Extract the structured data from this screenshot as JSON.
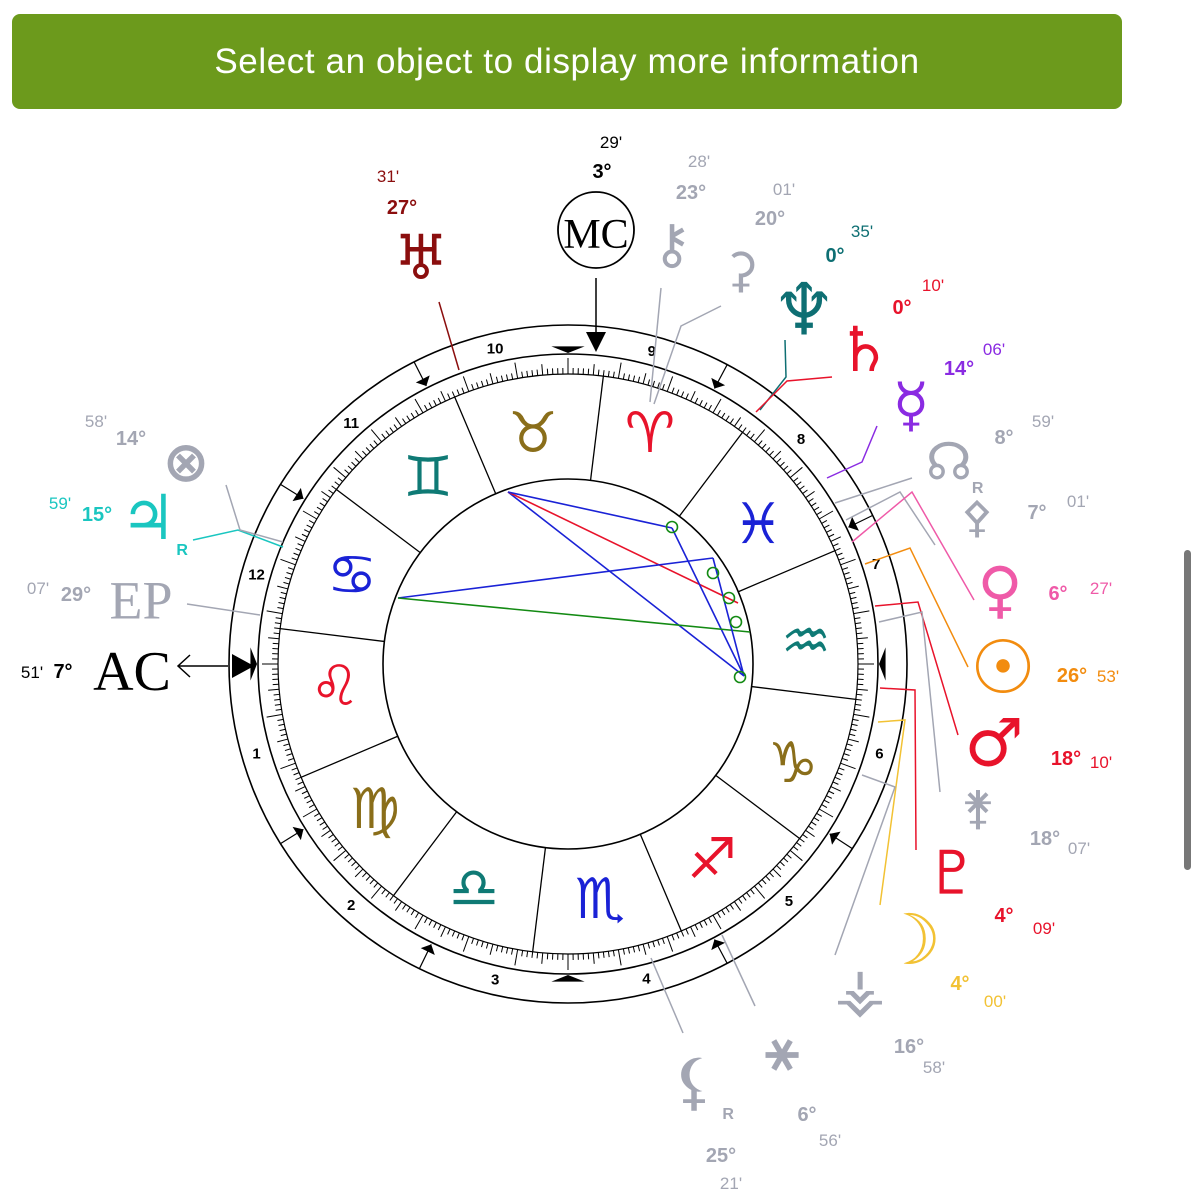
{
  "banner": {
    "text": "Select an object to display more information"
  },
  "colors": {
    "banner": "#6c9a1c",
    "fire": "#e8132b",
    "earth": "#8a6e1a",
    "air": "#0f7a75",
    "water": "#1a22d6",
    "aspect_square": "#e8132b",
    "aspect_trine": "#1a22d6",
    "aspect_quincunx": "#138a13"
  },
  "houses": [
    "1",
    "2",
    "3",
    "4",
    "5",
    "6",
    "7",
    "8",
    "9",
    "10",
    "11",
    "12"
  ],
  "signs": [
    {
      "name": "aries",
      "glyph": "♈",
      "icon": "aries-icon"
    },
    {
      "name": "taurus",
      "glyph": "♉",
      "icon": "taurus-icon"
    },
    {
      "name": "gemini",
      "glyph": "♊",
      "icon": "gemini-icon"
    },
    {
      "name": "cancer",
      "glyph": "♋",
      "icon": "cancer-icon"
    },
    {
      "name": "leo",
      "glyph": "♌",
      "icon": "leo-icon"
    },
    {
      "name": "virgo",
      "glyph": "♍",
      "icon": "virgo-icon"
    },
    {
      "name": "libra",
      "glyph": "♎",
      "icon": "libra-icon"
    },
    {
      "name": "scorpio",
      "glyph": "♏",
      "icon": "scorpio-icon"
    },
    {
      "name": "sagittarius",
      "glyph": "♐",
      "icon": "sagittarius-icon"
    },
    {
      "name": "capricorn",
      "glyph": "♑",
      "icon": "capricorn-icon"
    },
    {
      "name": "aquarius",
      "glyph": "♒",
      "icon": "aquarius-icon"
    },
    {
      "name": "pisces",
      "glyph": "♓",
      "icon": "pisces-icon"
    }
  ],
  "angles": {
    "mc": {
      "label": "MC",
      "deg": "3°",
      "min": "29'"
    },
    "ac": {
      "label": "AC",
      "deg": "7°",
      "min": "51'"
    }
  },
  "bodies": [
    {
      "id": "uranus",
      "glyph": "♅",
      "icon": "uranus-icon",
      "color": "#8b0e0e",
      "deg": "27°",
      "min": "31'",
      "retro": ""
    },
    {
      "id": "chiron",
      "glyph": "⚷",
      "icon": "chiron-icon",
      "color": "#a3a6b3",
      "deg": "23°",
      "min": "28'",
      "retro": ""
    },
    {
      "id": "ceres",
      "glyph": "⚳",
      "icon": "ceres-icon",
      "color": "#a3a6b3",
      "deg": "20°",
      "min": "01'",
      "retro": ""
    },
    {
      "id": "neptune",
      "glyph": "♆",
      "icon": "neptune-icon",
      "color": "#0e6f73",
      "deg": "0°",
      "min": "35'",
      "retro": ""
    },
    {
      "id": "saturn",
      "glyph": "♄",
      "icon": "saturn-icon",
      "color": "#e8132b",
      "deg": "0°",
      "min": "10'",
      "retro": ""
    },
    {
      "id": "mercury",
      "glyph": "☿",
      "icon": "mercury-icon",
      "color": "#8a2be2",
      "deg": "14°",
      "min": "06'",
      "retro": ""
    },
    {
      "id": "north-node",
      "glyph": "☊",
      "icon": "north-node-icon",
      "color": "#a3a6b3",
      "deg": "8°",
      "min": "59'",
      "retro": "R"
    },
    {
      "id": "pallas",
      "glyph": "⚴",
      "icon": "pallas-icon",
      "color": "#a3a6b3",
      "deg": "7°",
      "min": "01'",
      "retro": ""
    },
    {
      "id": "venus",
      "glyph": "♀",
      "icon": "venus-icon",
      "color": "#ef5aa8",
      "deg": "6°",
      "min": "27'",
      "retro": ""
    },
    {
      "id": "sun",
      "glyph": "☉",
      "icon": "sun-icon",
      "color": "#f28c0f",
      "deg": "26°",
      "min": "53'",
      "retro": ""
    },
    {
      "id": "mars",
      "glyph": "♂",
      "icon": "mars-icon",
      "color": "#e8132b",
      "deg": "18°",
      "min": "10'",
      "retro": ""
    },
    {
      "id": "juno",
      "glyph": "⚵",
      "icon": "juno-icon",
      "color": "#a3a6b3",
      "deg": "18°",
      "min": "07'",
      "retro": ""
    },
    {
      "id": "pluto",
      "glyph": "♇",
      "icon": "pluto-icon",
      "color": "#e8132b",
      "deg": "4°",
      "min": "09'",
      "retro": ""
    },
    {
      "id": "moon",
      "glyph": "☽",
      "icon": "moon-icon",
      "color": "#f2c234",
      "deg": "4°",
      "min": "00'",
      "retro": ""
    },
    {
      "id": "vesta",
      "glyph": "⚶",
      "icon": "vesta-icon",
      "color": "#a3a6b3",
      "deg": "16°",
      "min": "58'",
      "retro": ""
    },
    {
      "id": "vertex",
      "glyph": "⚹",
      "icon": "vertex-icon",
      "color": "#a3a6b3",
      "deg": "6°",
      "min": "56'",
      "retro": ""
    },
    {
      "id": "lilith",
      "glyph": "⚸",
      "icon": "lilith-icon",
      "color": "#a3a6b3",
      "deg": "25°",
      "min": "21'",
      "retro": "R"
    },
    {
      "id": "east-point",
      "glyph": "EP",
      "icon": "east-point-icon",
      "color": "#a3a6b3",
      "deg": "29°",
      "min": "07'",
      "retro": ""
    },
    {
      "id": "jupiter",
      "glyph": "♃",
      "icon": "jupiter-icon",
      "color": "#1ac6c0",
      "deg": "15°",
      "min": "59'",
      "retro": "R"
    },
    {
      "id": "fortune",
      "glyph": "⊗",
      "icon": "part-of-fortune-icon",
      "color": "#a3a6b3",
      "deg": "14°",
      "min": "58'",
      "retro": ""
    }
  ]
}
